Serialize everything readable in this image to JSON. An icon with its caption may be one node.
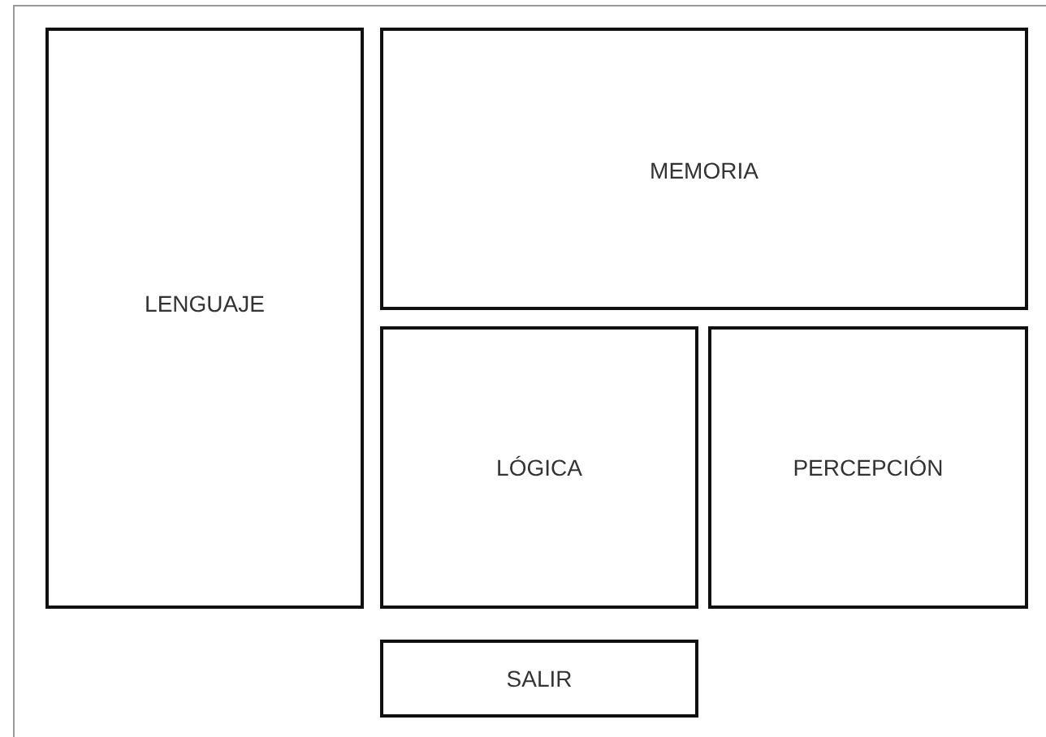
{
  "diagram": {
    "nodes": [
      {
        "text": [
          "LENGUAJE"
        ]
      },
      {
        "text": [
          "MEMORIA"
        ]
      },
      {
        "text": [
          "LÓGICA"
        ]
      },
      {
        "text": [
          "PERCEPCIÓN"
        ]
      },
      {
        "text": [
          "SALIR"
        ]
      }
    ]
  }
}
